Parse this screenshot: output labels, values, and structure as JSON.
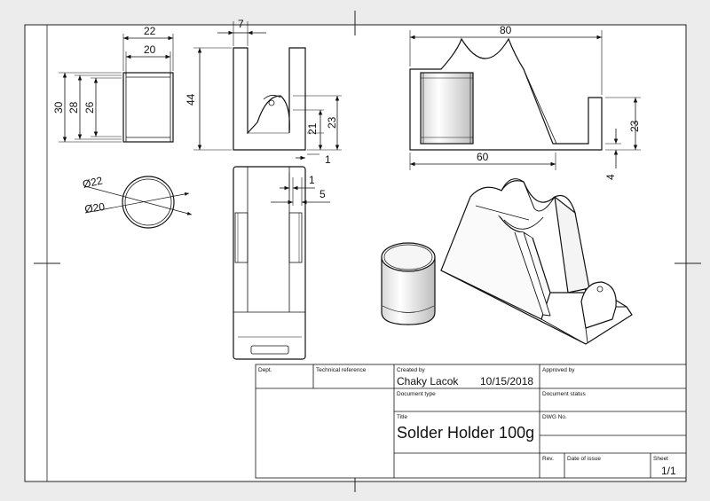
{
  "dimensions": {
    "top_left": {
      "width_outer": "22",
      "width_inner": "20",
      "height_total": "30",
      "height_28": "28",
      "height_26": "26"
    },
    "front_view": {
      "thickness": "7",
      "height": "44",
      "slot_21": "21",
      "slot_23": "23",
      "offset_1": "1"
    },
    "top_view": {
      "gap_1": "1",
      "gap_5": "5"
    },
    "circle_view": {
      "outer_diameter": "Ø22",
      "inner_diameter": "Ø20"
    },
    "side_view": {
      "length": "80",
      "base": "60",
      "post_height": "23",
      "base_thickness": "4"
    }
  },
  "title_block": {
    "dept_label": "Dept.",
    "tech_ref_label": "Technical reference",
    "created_by_label": "Created by",
    "created_by_value": "Chaky Lacok",
    "date_value": "10/15/2018",
    "approved_by_label": "Approved by",
    "doc_type_label": "Document type",
    "doc_status_label": "Document status",
    "title_label": "Title",
    "title_value": "Solder Holder 100g",
    "dwg_no_label": "DWG No.",
    "rev_label": "Rev.",
    "date_of_issue_label": "Date of issue",
    "sheet_label": "Sheet",
    "sheet_value": "1/1"
  }
}
